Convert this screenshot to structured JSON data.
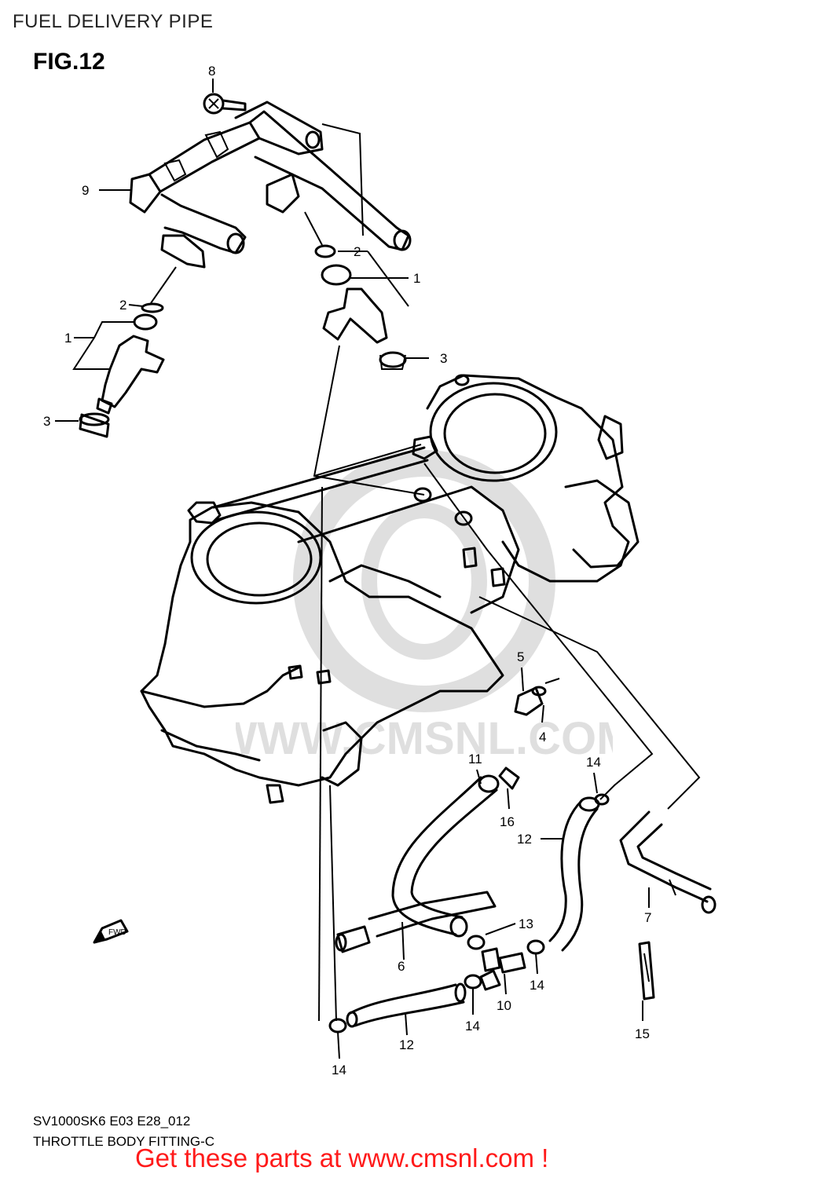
{
  "header": {
    "title": "FUEL DELIVERY PIPE",
    "figure": "FIG.12"
  },
  "callouts": {
    "c8": "8",
    "c9": "9",
    "c2a": "2",
    "c1a": "1",
    "c3a": "3",
    "c2b": "2",
    "c1b": "1",
    "c3b": "3",
    "c5": "5",
    "c4": "4",
    "c11": "11",
    "c14a": "14",
    "c16": "16",
    "c12a": "12",
    "c7": "7",
    "c13": "13",
    "c6": "6",
    "c14b": "14",
    "c10": "10",
    "c14c": "14",
    "c15": "15",
    "c12b": "12",
    "c14d": "14"
  },
  "direction_arrow": "FWD",
  "watermark": "WWW.CMSNL.COM",
  "footer": {
    "model_code": "SV1000SK6 E03 E28_012",
    "section": "THROTTLE BODY FITTING-C",
    "promo": "Get these parts at www.cmsnl.com !"
  },
  "colors": {
    "promo_text": "#ff1a1a",
    "line_art": "#000000",
    "background": "#ffffff"
  }
}
